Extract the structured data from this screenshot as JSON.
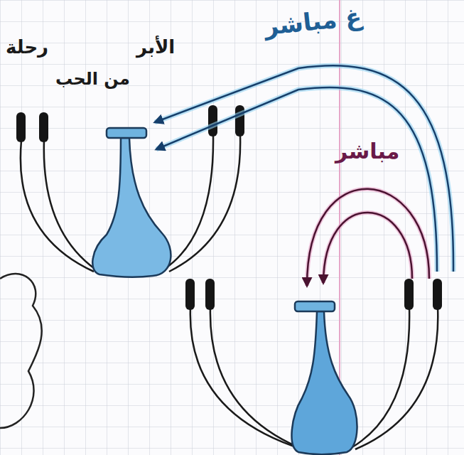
{
  "diagram": {
    "labels": [
      "رحلة",
      "من الحب",
      "الأبر",
      "غ مباشر",
      "مباشر"
    ]
  }
}
